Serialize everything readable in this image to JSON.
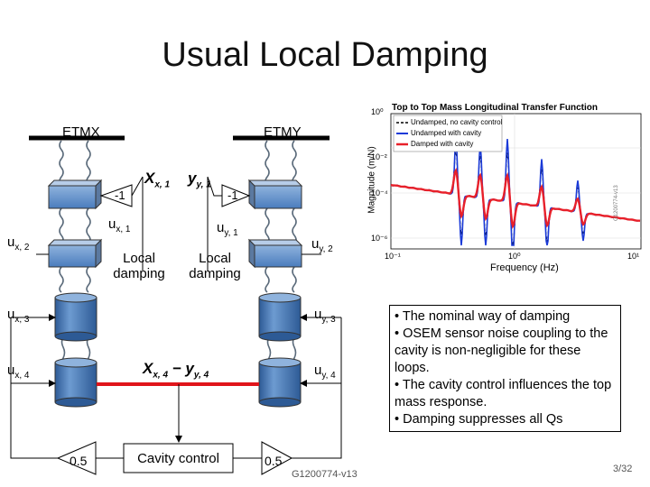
{
  "title": "Usual Local Damping",
  "diagram": {
    "etmx_label": "ETMX",
    "etmy_label": "ETMY",
    "gain_left": "-1",
    "gain_right": "-1",
    "ux1": {
      "base": "u",
      "sub": "x, 1"
    },
    "uy1": {
      "base": "u",
      "sub": "y, 1"
    },
    "ux2": {
      "base": "u",
      "sub": "x, 2"
    },
    "uy2": {
      "base": "u",
      "sub": "y, 2"
    },
    "ux3": {
      "base": "u",
      "sub": "x, 3"
    },
    "uy3": {
      "base": "u",
      "sub": "y, 3"
    },
    "ux4": {
      "base": "u",
      "sub": "x, 4"
    },
    "uy4": {
      "base": "u",
      "sub": "y, 4"
    },
    "x1": {
      "base": "X",
      "sub": "x, 1"
    },
    "y1": {
      "base": "y",
      "sub": "y, 1"
    },
    "diff": {
      "a": "X",
      "a_sub": "x, 4",
      "op": " − ",
      "b": "y",
      "b_sub": "y, 4"
    },
    "local_left": "Local damping",
    "local_right": "Local damping",
    "cavity_control": "Cavity control",
    "gain_bottom_left": "0.5",
    "gain_bottom_right": "0.5"
  },
  "plot": {
    "title": "Top to Top Mass Longitudinal Transfer Function",
    "ylabel": "Magnitude (m/N)",
    "xlabel": "Frequency (Hz)",
    "y_ticks": [
      "10⁰",
      "10⁻²",
      "10⁻⁴",
      "10⁻⁶"
    ],
    "x_ticks": [
      "10⁻¹",
      "10⁰",
      "10¹"
    ],
    "legend": [
      {
        "label": "Undamped, no cavity control",
        "color": "#000000"
      },
      {
        "label": "Undamped with cavity",
        "color": "#1a3ad8"
      },
      {
        "label": "Damped with cavity",
        "color": "#e8202a"
      }
    ],
    "side_note": "G1200774-v13"
  },
  "notes": [
    "• The nominal way of damping",
    "• OSEM sensor noise coupling to the cavity is non-negligible for these loops.",
    "• The cavity control influences the top mass response.",
    "• Damping suppresses all Qs"
  ],
  "footer_id": "G1200774-v13",
  "page_num": "3/32",
  "colors": {
    "mass_blue": "#3b6fb2",
    "cavity_red": "#e0151b",
    "suspension_gray": "#5a6a7a"
  }
}
